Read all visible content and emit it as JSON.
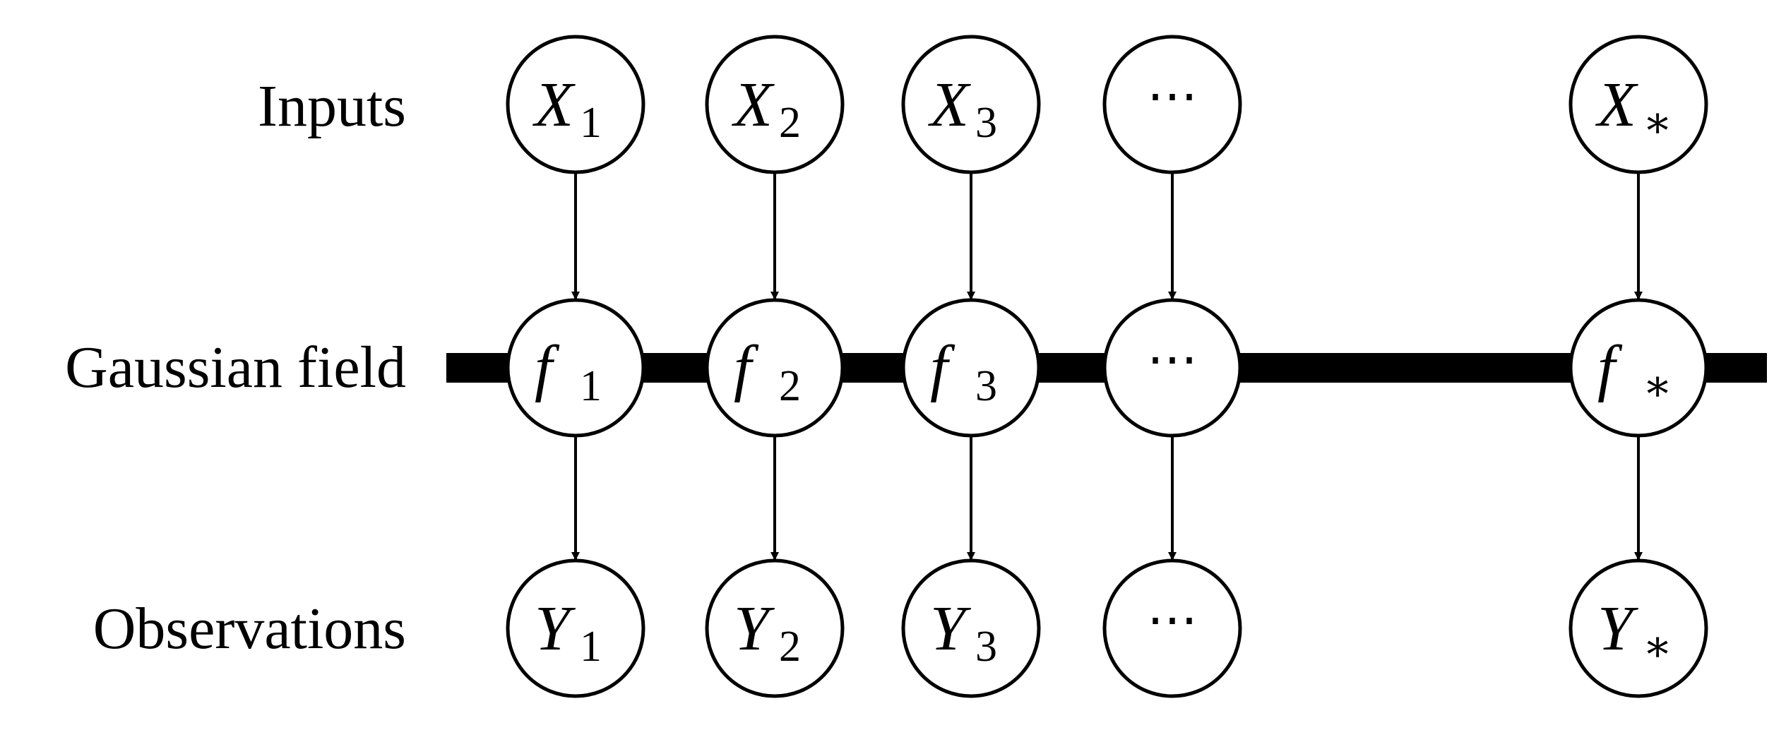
{
  "labels": {
    "inputs": "Inputs",
    "field": "Gaussian field",
    "observations": "Observations"
  },
  "columns": [
    {
      "x_node": {
        "main": "X",
        "sub": "1"
      },
      "f_node": {
        "main": "f",
        "sub": "1"
      },
      "y_node": {
        "main": "Y",
        "sub": "1"
      }
    },
    {
      "x_node": {
        "main": "X",
        "sub": "2"
      },
      "f_node": {
        "main": "f",
        "sub": "2"
      },
      "y_node": {
        "main": "Y",
        "sub": "2"
      }
    },
    {
      "x_node": {
        "main": "X",
        "sub": "3"
      },
      "f_node": {
        "main": "f",
        "sub": "3"
      },
      "y_node": {
        "main": "Y",
        "sub": "3"
      }
    },
    {
      "x_node": {
        "ellipsis": "⋯"
      },
      "f_node": {
        "ellipsis": "⋯"
      },
      "y_node": {
        "ellipsis": "⋯"
      }
    },
    {
      "x_node": {
        "main": "X",
        "sub": "∗"
      },
      "f_node": {
        "main": "f",
        "sub": "∗"
      },
      "y_node": {
        "main": "Y",
        "sub": "∗"
      }
    }
  ],
  "colors": {
    "stroke": "#000000",
    "fill": "#ffffff"
  }
}
